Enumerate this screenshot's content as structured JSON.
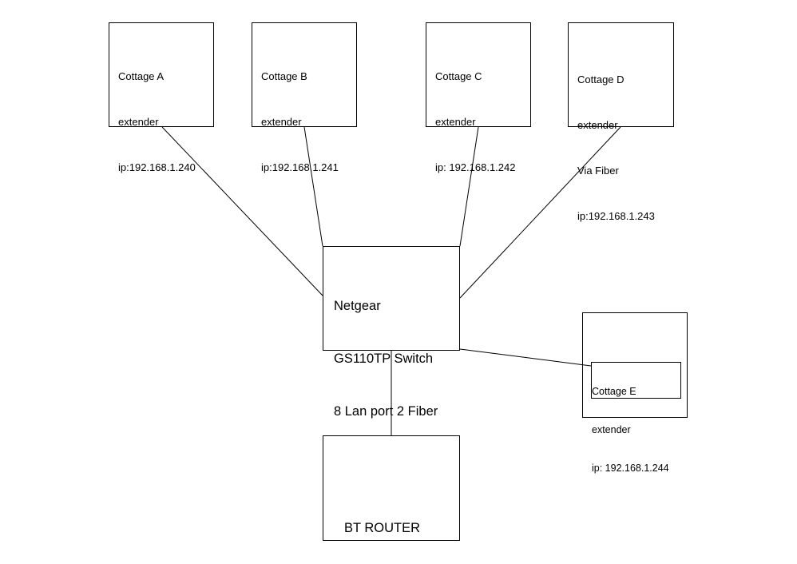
{
  "nodes": {
    "cottage_a": {
      "lines": [
        "Cottage A",
        "extender",
        "ip:192.168.1.240"
      ]
    },
    "cottage_b": {
      "lines": [
        "Cottage B",
        "extender",
        "ip:192.168.1.241"
      ]
    },
    "cottage_c": {
      "lines": [
        "Cottage C",
        "extender",
        "ip: 192.168.1.242"
      ]
    },
    "cottage_d": {
      "lines": [
        "Cottage D",
        "extender",
        "Via Fiber",
        "ip:192.168.1.243"
      ]
    },
    "switch": {
      "lines": [
        "Netgear",
        "GS110TP Switch",
        "8 Lan port 2 Fiber"
      ]
    },
    "cottage_e": {
      "lines": [
        "Cottage E",
        "extender",
        "ip: 192.168.1.244"
      ]
    },
    "router": {
      "lines": [
        "BT ROUTER"
      ]
    }
  },
  "connections": [
    {
      "from": "cottage_a",
      "to": "switch"
    },
    {
      "from": "cottage_b",
      "to": "switch"
    },
    {
      "from": "cottage_c",
      "to": "switch"
    },
    {
      "from": "cottage_d",
      "to": "switch"
    },
    {
      "from": "switch",
      "to": "cottage_e"
    },
    {
      "from": "switch",
      "to": "router"
    }
  ],
  "colors": {
    "stroke": "#000000",
    "background": "#ffffff"
  }
}
